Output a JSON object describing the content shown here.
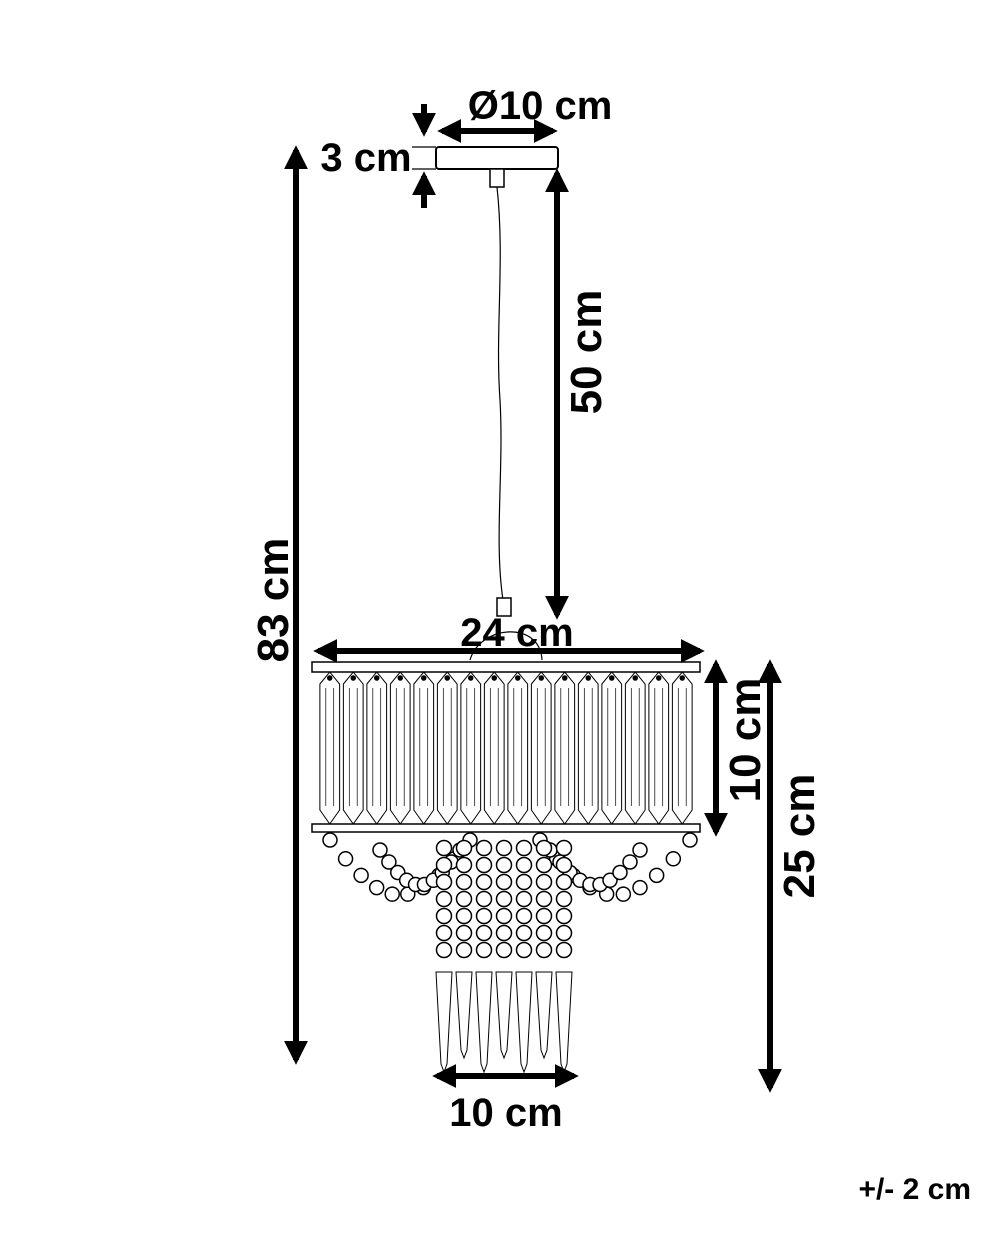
{
  "dimensions": {
    "canopy_diameter": "Ø10 cm",
    "canopy_height": "3 cm",
    "cord_length": "50 cm",
    "total_height": "83 cm",
    "shade_width": "24 cm",
    "ring_height": "10 cm",
    "shade_height": "25 cm",
    "bottom_width": "10 cm"
  },
  "tolerance": "+/- 2 cm",
  "colors": {
    "line": "#000000",
    "background": "#ffffff"
  }
}
